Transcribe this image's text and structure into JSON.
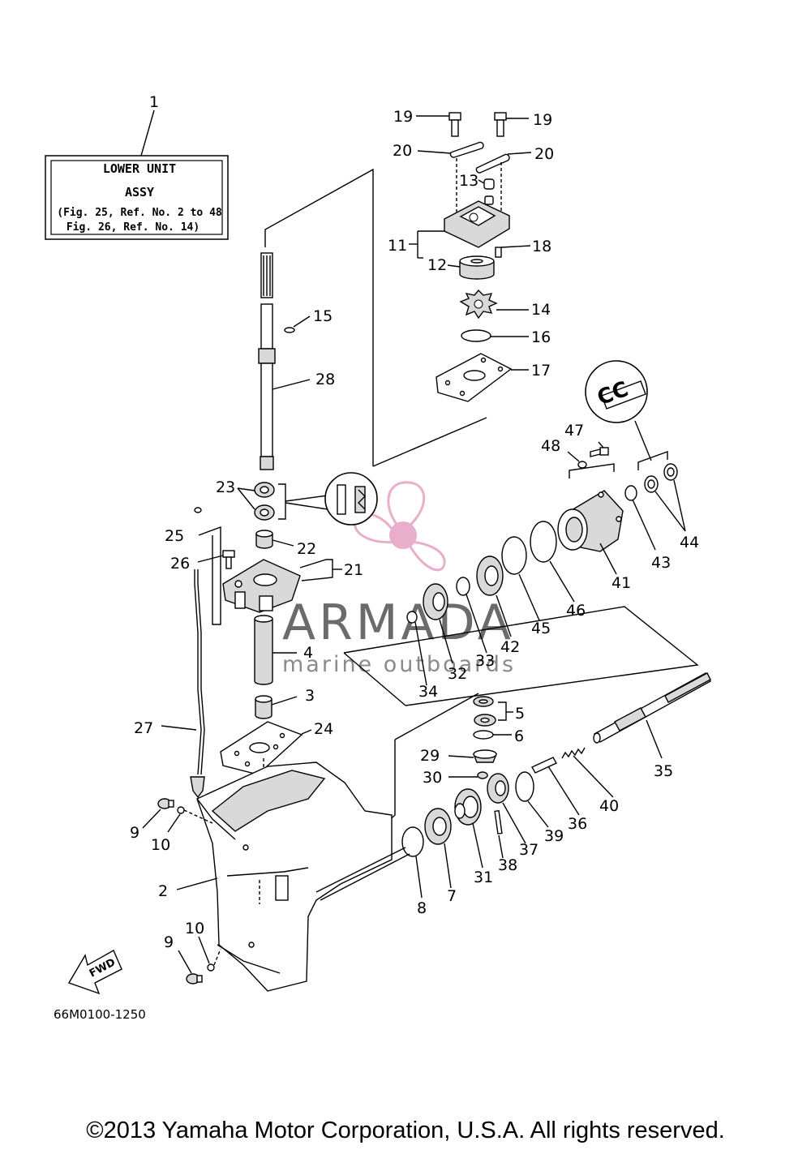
{
  "legend_box": {
    "ref": "1",
    "line1": "LOWER UNIT",
    "line2": "ASSY",
    "line3": "(Fig. 25, Ref. No. 2 to 48",
    "line4": "Fig. 26, Ref. No. 14)"
  },
  "callouts": {
    "c19a": "19",
    "c19b": "19",
    "c20a": "20",
    "c20b": "20",
    "c13": "13",
    "c11": "11",
    "c18": "18",
    "c12": "12",
    "c14": "14",
    "c16": "16",
    "c17": "17",
    "c15": "15",
    "c28": "28",
    "c47": "47",
    "c48": "48",
    "c23": "23",
    "c25": "25",
    "c22": "22",
    "c26": "26",
    "c21": "21",
    "c43": "43",
    "c44": "44",
    "c41": "41",
    "c46": "46",
    "c45": "45",
    "c42": "42",
    "c33": "33",
    "c32": "32",
    "c34": "34",
    "c4": "4",
    "c3": "3",
    "c24": "24",
    "c27": "27",
    "c5": "5",
    "c6": "6",
    "c29": "29",
    "c30": "30",
    "c35": "35",
    "c40": "40",
    "c36": "36",
    "c39": "39",
    "c37": "37",
    "c38": "38",
    "c31": "31",
    "c7": "7",
    "c8": "8",
    "c9a": "9",
    "c10a": "10",
    "c2": "2",
    "c9b": "9",
    "c10b": "10"
  },
  "grease_symbol": "CC",
  "fwd_arrow": "FWD",
  "watermark": {
    "brand": "ARMADA",
    "tagline": "marine outboards",
    "logo_color": "#e7a6c6"
  },
  "drawing_code": "66M0100-1250",
  "copyright": "©2013 Yamaha Motor Corporation, U.S.A. All rights reserved."
}
